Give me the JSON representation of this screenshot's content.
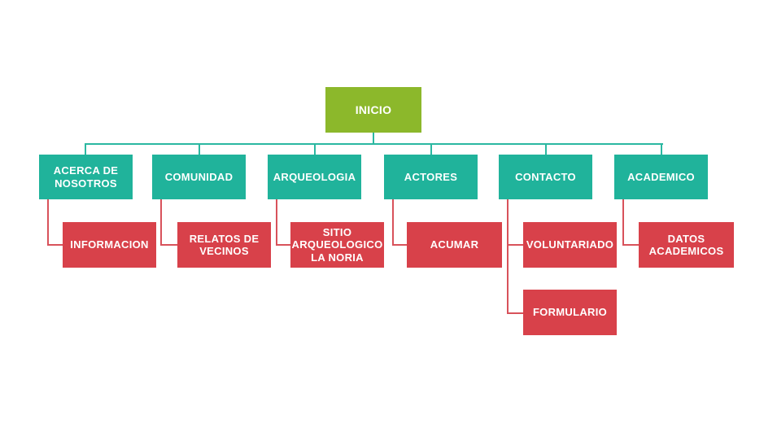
{
  "tree": {
    "label": "INICIO",
    "children": [
      {
        "label": "ACERCA DE NOSOTROS",
        "children": [
          {
            "label": "INFORMACION"
          }
        ]
      },
      {
        "label": "COMUNIDAD",
        "children": [
          {
            "label": "RELATOS DE VECINOS"
          }
        ]
      },
      {
        "label": "ARQUEOLOGIA",
        "children": [
          {
            "label": "SITIO ARQUEOLOGICO LA NORIA"
          }
        ]
      },
      {
        "label": "ACTORES",
        "children": [
          {
            "label": "ACUMAR"
          }
        ]
      },
      {
        "label": "CONTACTO",
        "children": [
          {
            "label": "VOLUNTARIADO"
          },
          {
            "label": "FORMULARIO"
          }
        ]
      },
      {
        "label": "ACADEMICO",
        "children": [
          {
            "label": "DATOS ACADEMICOS"
          }
        ]
      }
    ]
  },
  "colors": {
    "root": "#8cb82b",
    "branch": "#20b39b",
    "leaf": "#d8414a",
    "branch_line": "#2bb8a1",
    "leaf_line": "#d8525b"
  }
}
